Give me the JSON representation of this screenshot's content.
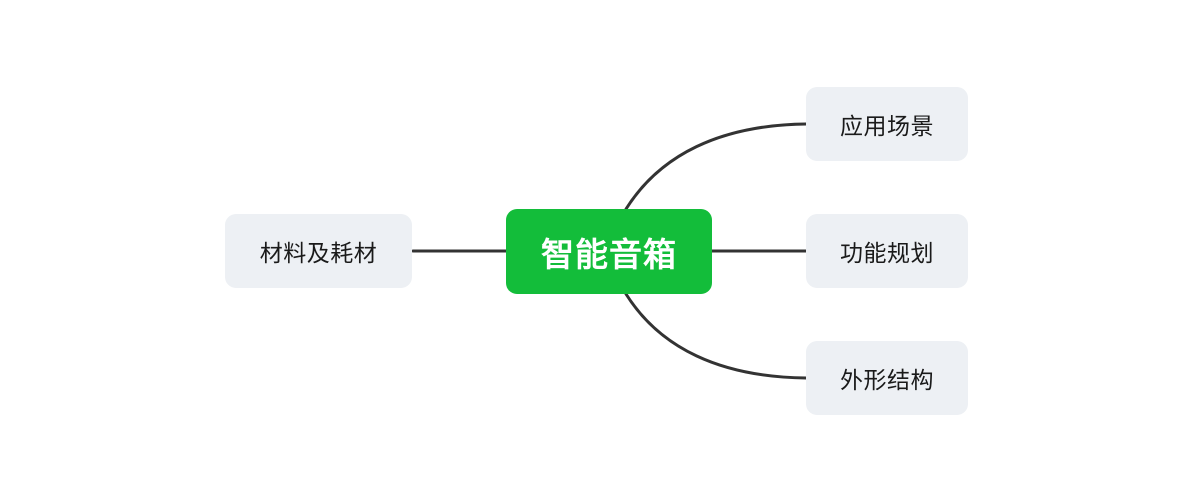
{
  "mindmap": {
    "center": {
      "label": "智能音箱"
    },
    "branches": {
      "left": {
        "label": "材料及耗材"
      },
      "right_top": {
        "label": "应用场景"
      },
      "right_mid": {
        "label": "功能规划"
      },
      "right_bottom": {
        "label": "外形结构"
      }
    }
  },
  "colors": {
    "center_fill": "#13bd3a",
    "center_text": "#ffffff",
    "branch_fill": "#edf0f4",
    "branch_text": "#1a1a1a",
    "connector": "#333333"
  }
}
